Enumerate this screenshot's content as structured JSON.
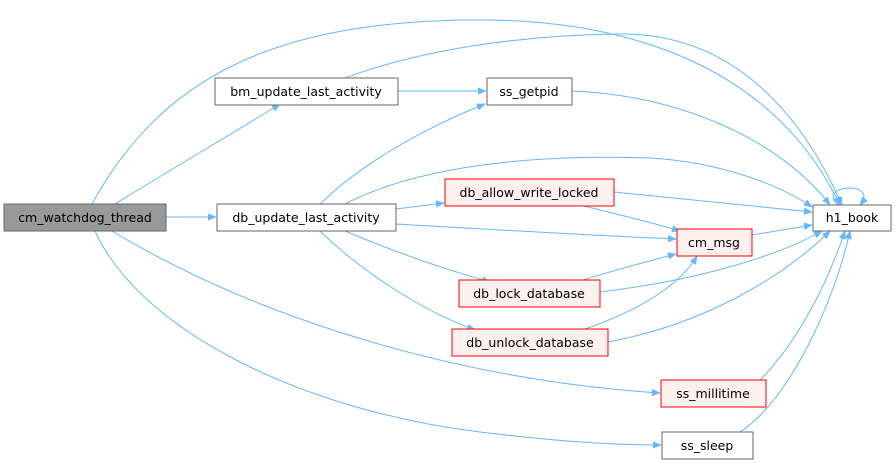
{
  "colors": {
    "edge": "#63b8ff",
    "node_default_border": "#666666",
    "node_default_fill": "#ffffff",
    "node_root_fill": "#999999",
    "node_root_border": "#666666",
    "node_red_border": "#ff0000",
    "node_red_fill": "#fff0f0"
  },
  "nodes": {
    "cm_watchdog_thread": "cm_watchdog_thread",
    "bm_update_last_activity": "bm_update_last_activity",
    "ss_getpid": "ss_getpid",
    "db_update_last_activity": "db_update_last_activity",
    "db_allow_write_locked": "db_allow_write_locked",
    "cm_msg": "cm_msg",
    "db_lock_database": "db_lock_database",
    "db_unlock_database": "db_unlock_database",
    "ss_millitime": "ss_millitime",
    "ss_sleep": "ss_sleep",
    "h1_book": "h1_book"
  }
}
